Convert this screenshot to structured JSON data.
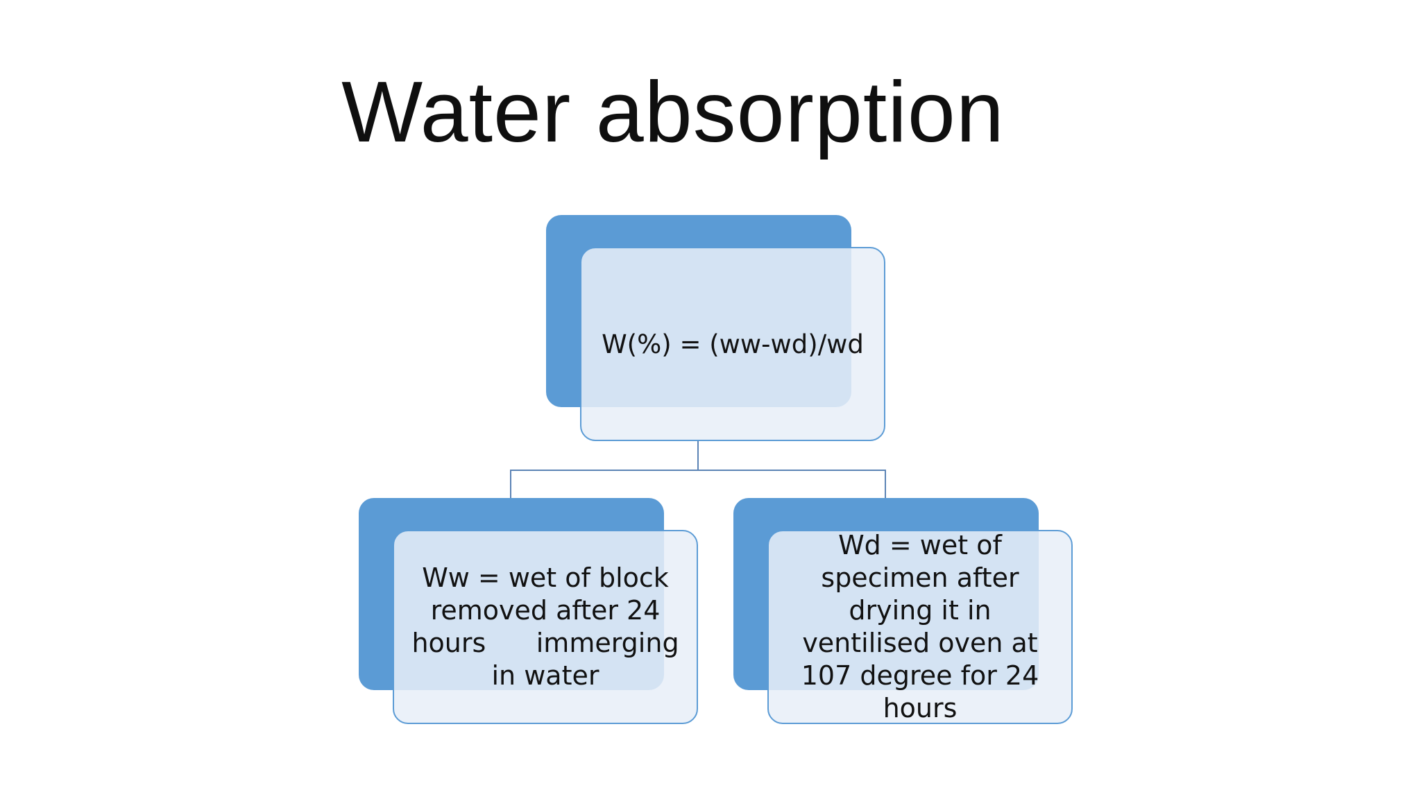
{
  "slide": {
    "title": "Water absorption"
  },
  "diagram": {
    "root": {
      "text": "W(%) = (ww-wd)/wd"
    },
    "children": [
      {
        "text": "Ww = wet of block removed after 24 hours      immerging in water"
      },
      {
        "text": "Wd = wet of specimen after drying it in ventilised oven at 107 degree for 24 hours"
      }
    ]
  },
  "colors": {
    "accent": "#5b9bd5",
    "box_fill": "#e8eff8",
    "title_text": "#0f0f0f"
  }
}
